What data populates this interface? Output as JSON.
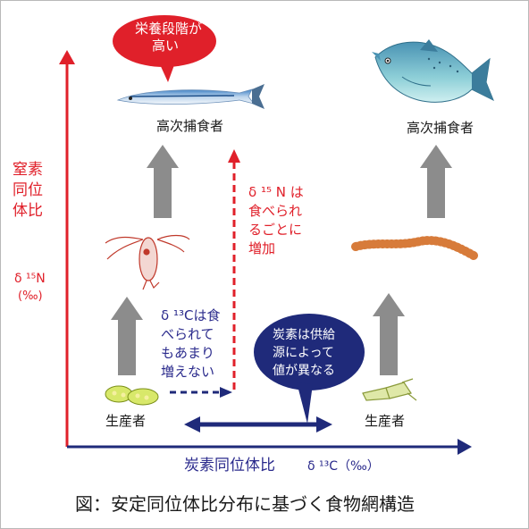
{
  "speech_bubble": {
    "line1": "栄養段階が",
    "line2": "高い"
  },
  "predator_left": "高次捕食者",
  "predator_right": "高次捕食者",
  "producer_left": "生産者",
  "producer_right": "生産者",
  "y_axis": {
    "l1": "窒素",
    "l2": "同位",
    "l3": "体比",
    "symbol": "δ ¹⁵N",
    "unit": "(‰)"
  },
  "x_axis": {
    "label": "炭素同位体比",
    "symbol": "δ ¹³C（‰）"
  },
  "nitrogen_note": {
    "l1": "δ ¹⁵ N は",
    "l2": "食べられ",
    "l3": "るごとに",
    "l4": "増加"
  },
  "carbon_note": {
    "l1": "δ ¹³Cは食",
    "l2": "べられて",
    "l3": "もあまり",
    "l4": "増えない"
  },
  "source_bubble": {
    "l1": "炭素は供給",
    "l2": "源によって",
    "l3": "値が異なる"
  },
  "caption": "図：安定同位体比分布に基づく食物網構造",
  "colors": {
    "red": "#e0202a",
    "navy": "#1f2a7a",
    "gray": "#8c8c8c"
  }
}
